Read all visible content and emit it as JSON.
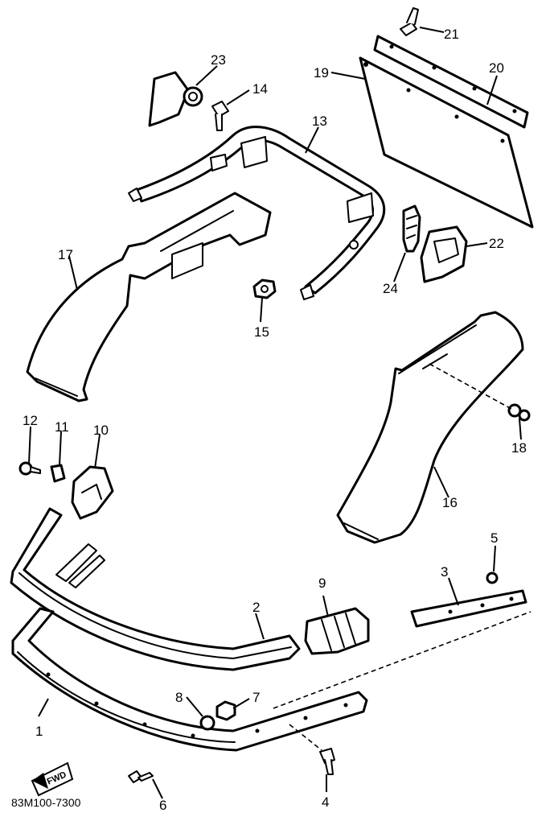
{
  "diagram": {
    "drawing_code": "83M100-7300",
    "find_badge": "FWD",
    "callouts": [
      "1",
      "2",
      "3",
      "4",
      "5",
      "6",
      "7",
      "8",
      "9",
      "10",
      "11",
      "12",
      "13",
      "14",
      "15",
      "16",
      "17",
      "18",
      "19",
      "20",
      "21",
      "22",
      "23",
      "24"
    ]
  }
}
